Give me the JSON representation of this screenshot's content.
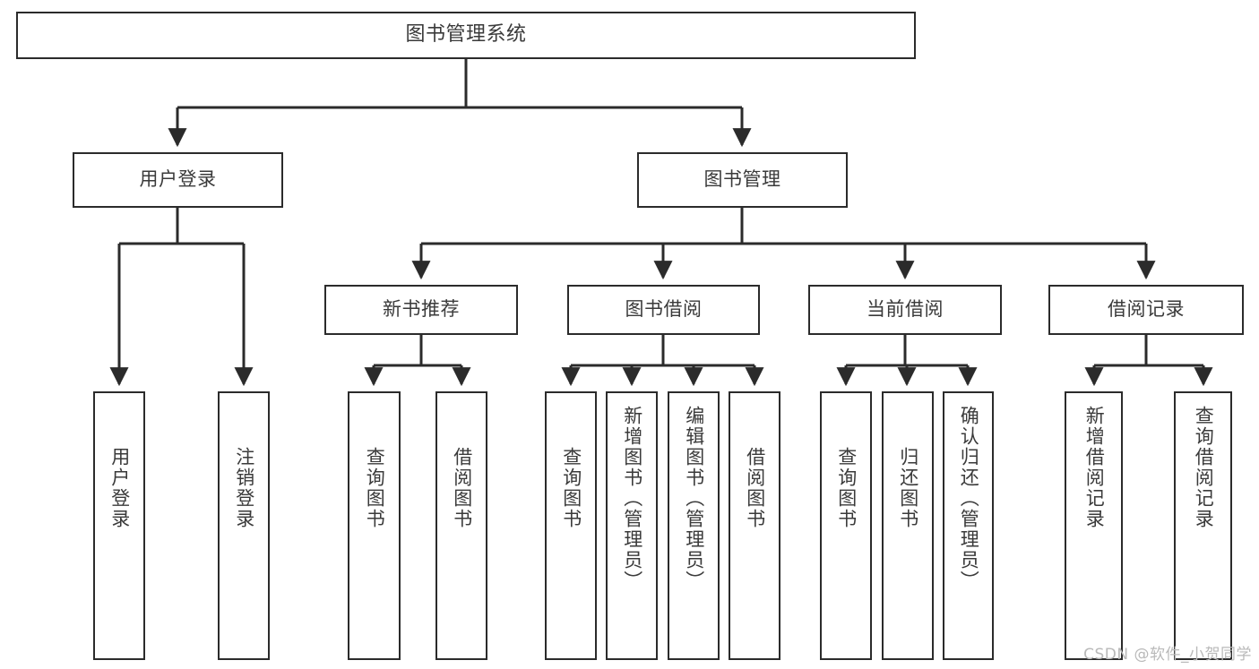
{
  "diagram": {
    "type": "tree-hierarchy",
    "title": "图书管理系统",
    "watermark": "CSDN @软件_小贺同学",
    "colors": {
      "stroke": "#2b2b2b",
      "fill": "#ffffff",
      "text": "#3a3a3a",
      "watermark": "#b9b9b9"
    },
    "root": {
      "label": "图书管理系统"
    },
    "level2": [
      {
        "label": "用户登录"
      },
      {
        "label": "图书管理"
      }
    ],
    "level3": [
      {
        "label": "新书推荐"
      },
      {
        "label": "图书借阅"
      },
      {
        "label": "当前借阅"
      },
      {
        "label": "借阅记录"
      }
    ],
    "leaves": {
      "user_login": [
        {
          "label": "用户登录"
        },
        {
          "label": "注销登录"
        }
      ],
      "new_book_recommend": [
        {
          "label": "查询图书"
        },
        {
          "label": "借阅图书"
        }
      ],
      "book_borrow": [
        {
          "label": "查询图书"
        },
        {
          "label": "新增图书（管理员）"
        },
        {
          "label": "编辑图书（管理员）"
        },
        {
          "label": "借阅图书"
        }
      ],
      "current_borrow": [
        {
          "label": "查询图书"
        },
        {
          "label": "归还图书"
        },
        {
          "label": "确认归还（管理员）"
        }
      ],
      "borrow_record": [
        {
          "label": "新增借阅记录"
        },
        {
          "label": "查询借阅记录"
        }
      ]
    }
  }
}
